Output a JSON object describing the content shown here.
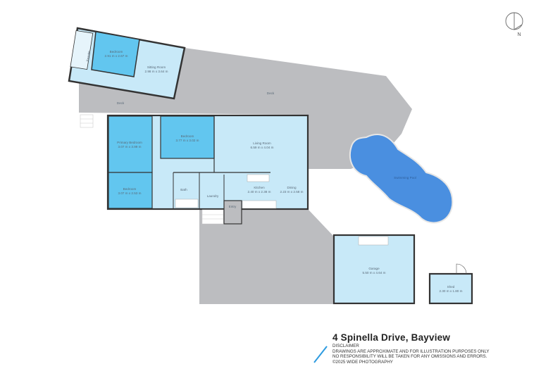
{
  "property": {
    "address": "4 Spinella Drive, Bayview"
  },
  "disclaimer": {
    "heading": "DISCLAIMER",
    "line1": "DRAWINGS ARE APPROXIMATE AND FOR ILLUSTRATION PURPOSES ONLY",
    "line2": "NO RESPONSIBILITY WILL BE TAKEN FOR ANY OMISSIONS AND ERRORS.",
    "line3": "©2025 WIDE PHOTOGRAPHY"
  },
  "compass": {
    "label": "N"
  },
  "rooms": {
    "studio_bedroom": {
      "name": "Bedroom",
      "size": "2.91 m x 2.67 m"
    },
    "sitting_room": {
      "name": "Sitting Room",
      "size": "2.98 m x 3.64 m"
    },
    "ensuite": {
      "name": "Ensuite"
    },
    "deck_main": {
      "name": "Deck"
    },
    "deck_side": {
      "name": "Deck"
    },
    "primary_bedroom": {
      "name": "Primary Bedroom",
      "size": "3.07 m x 3.99 m"
    },
    "bedroom_2": {
      "name": "Bedroom",
      "size": "3.77 m x 3.02 m"
    },
    "living_room": {
      "name": "Living Room",
      "size": "6.59 m x 4.04 m"
    },
    "bedroom_3": {
      "name": "Bedroom",
      "size": "3.07 m x 2.53 m"
    },
    "bath": {
      "name": "Bath"
    },
    "laundry": {
      "name": "Laundry"
    },
    "kitchen": {
      "name": "Kitchen",
      "size": "2.40 m x 2.38 m"
    },
    "dining": {
      "name": "Dining",
      "size": "2.23 m x 2.58 m"
    },
    "entry": {
      "name": "Entry"
    },
    "pool": {
      "name": "Swimming Pool"
    },
    "garage": {
      "name": "Garage",
      "size": "5.50 m x 4.64 m"
    },
    "shed": {
      "name": "Shed",
      "size": "2.30 m x 1.80 m"
    }
  },
  "colors": {
    "light_room": "#c8e9f8",
    "dark_room": "#62c6ef",
    "deck": "#bcbdc0",
    "pool": "#4a8fe0",
    "wall": "#333333"
  }
}
